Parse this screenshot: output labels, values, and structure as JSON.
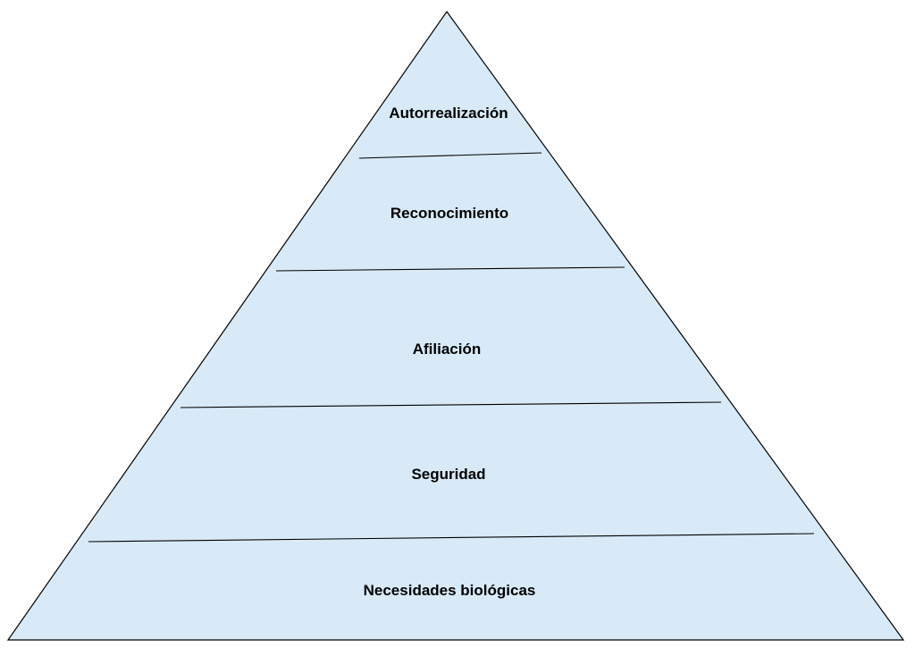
{
  "diagram": {
    "type": "pyramid",
    "description": "Pyramid of needs (Maslow hierarchy) in Spanish, five levels from top to bottom",
    "colors": {
      "fill": "#d8eaf8",
      "stroke": "#000000",
      "background": "#ffffff",
      "label_color": "#000000"
    },
    "levels": [
      {
        "label": "Autorrealización"
      },
      {
        "label": "Reconocimiento"
      },
      {
        "label": "Afiliación"
      },
      {
        "label": "Seguridad"
      },
      {
        "label": "Necesidades biológicas"
      }
    ]
  }
}
